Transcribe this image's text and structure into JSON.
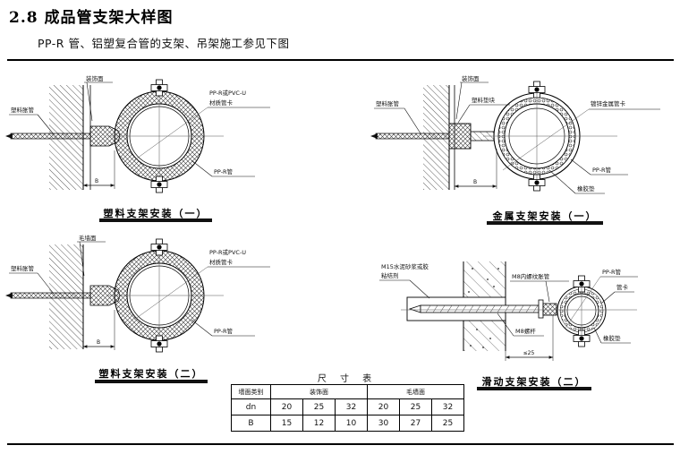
{
  "page": {
    "title": "2.8 成品管支架大样图",
    "subtitle": "PP-R 管、铝塑复合管的支架、吊架施工参见下图"
  },
  "drawings": {
    "plastic1": {
      "caption": "塑料支架安装（一）",
      "labels": {
        "finish": "装饰面",
        "anchor": "塑料胀管",
        "clamp1": "PP-R或PVC-U",
        "clamp2": "材质管卡",
        "pipe": "PP-R管",
        "dim": "B"
      }
    },
    "metal1": {
      "caption": "金属支架安装（一）",
      "labels": {
        "finish": "装饰面",
        "anchor": "塑料胀管",
        "pad": "塑料垫块",
        "clamp": "镀锌金属管卡",
        "pipe": "PP-R管",
        "gasket": "橡胶垫",
        "dim": "B"
      }
    },
    "plastic2": {
      "caption": "塑料支架安装（二）",
      "labels": {
        "finish": "毛墙面",
        "anchor": "塑料胀管",
        "clamp1": "PP-R或PVC-U",
        "clamp2": "材质管卡",
        "pipe": "PP-R管",
        "dim": "B"
      }
    },
    "sliding": {
      "caption": "滑动支架安装（二）",
      "labels": {
        "grout1": "M15水泥砂浆或胶",
        "grout2": "粘结剂",
        "sleeve": "M8内螺纹胀管",
        "rod": "M8螺杆",
        "pipe": "PP-R管",
        "clamp": "管卡",
        "gasket": "橡胶垫",
        "dim": "≤25"
      }
    }
  },
  "table": {
    "title": "尺 寸 表",
    "category_header": "墙面类别",
    "group1": "装饰面",
    "group2": "毛墙面",
    "row_dn": {
      "label": "dn",
      "values": [
        "20",
        "25",
        "32",
        "20",
        "25",
        "32"
      ]
    },
    "row_b": {
      "label": "B",
      "values": [
        "15",
        "12",
        "10",
        "30",
        "27",
        "25"
      ]
    }
  }
}
